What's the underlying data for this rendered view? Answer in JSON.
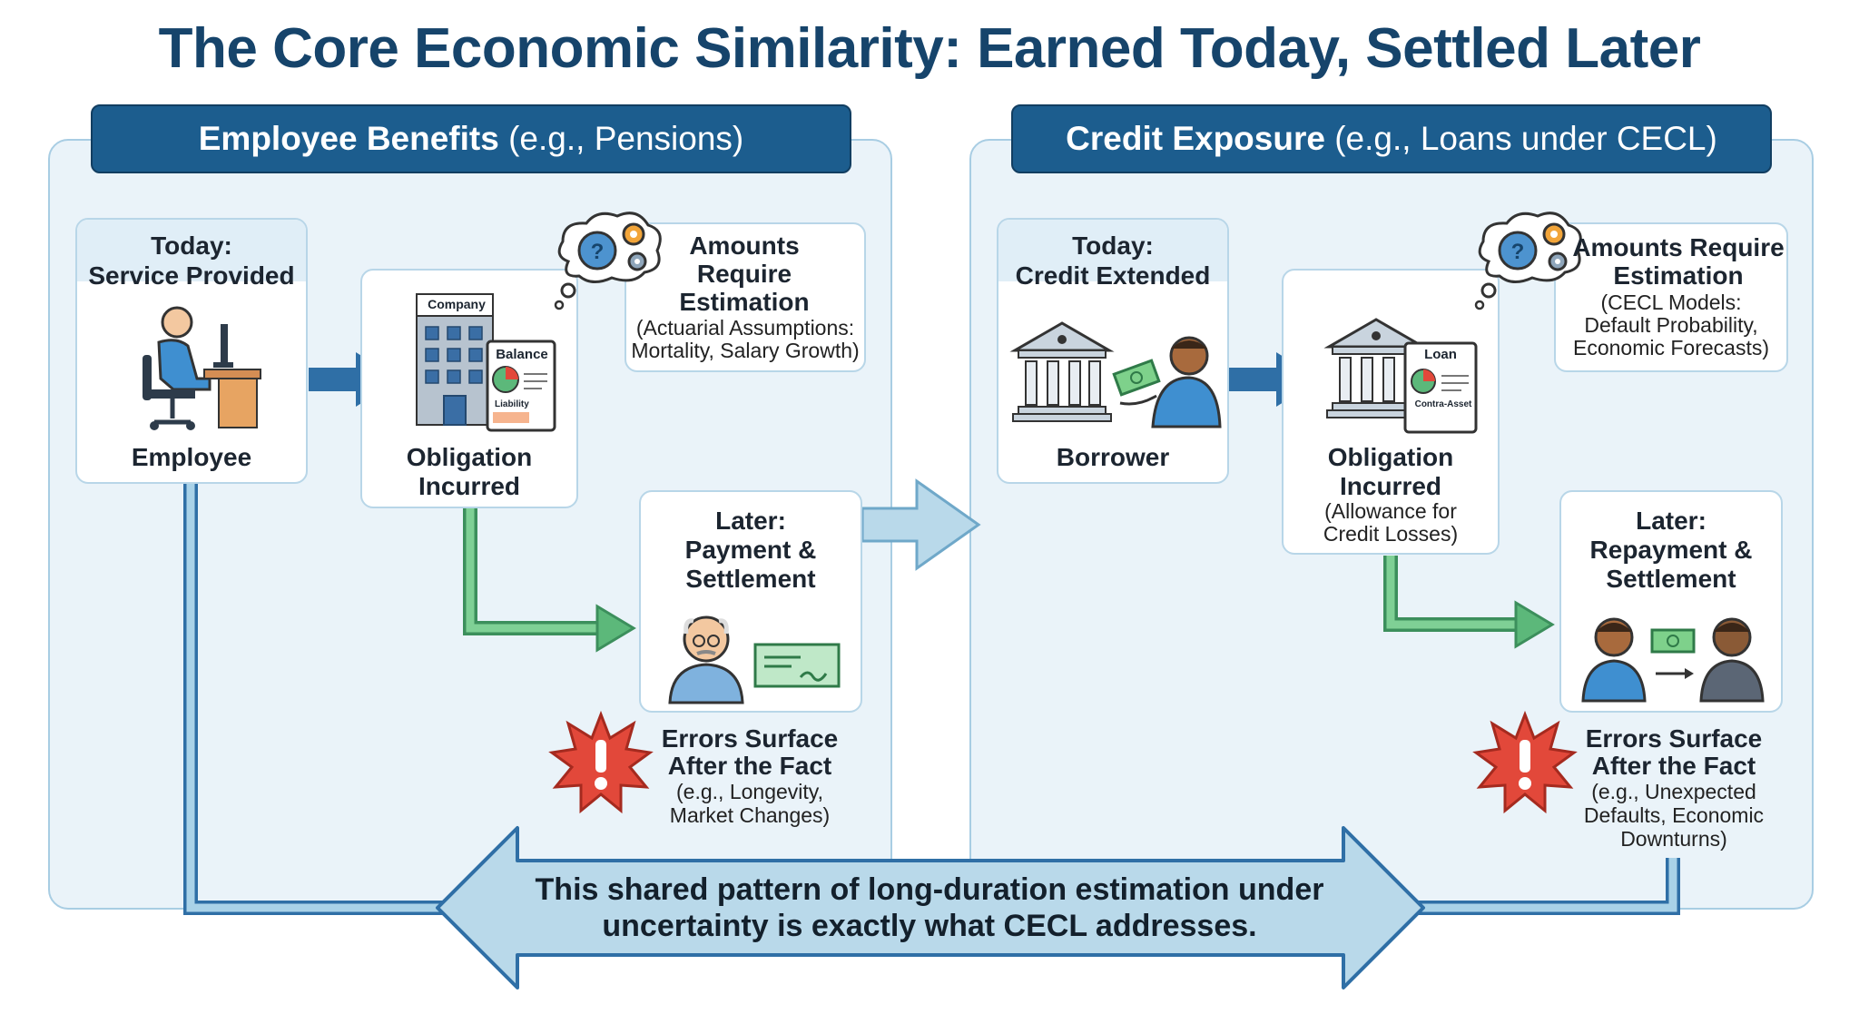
{
  "title": "The Core Economic Similarity: Earned Today, Settled Later",
  "left_panel": {
    "header_bold": "Employee Benefits",
    "header_paren": "(e.g., Pensions)",
    "today_title": "Today:",
    "today_subtitle": "Service Provided",
    "actor_label": "Employee",
    "building_label": "Company",
    "doc_title": "Balance",
    "doc_tag": "Liability",
    "obligation_line1": "Obligation",
    "obligation_line2": "Incurred",
    "estimate_line1": "Amounts",
    "estimate_line2": "Require",
    "estimate_line3": "Estimation",
    "estimate_detail1": "(Actuarial Assumptions:",
    "estimate_detail2": "Mortality, Salary Growth)",
    "later_line1": "Later:",
    "later_line2": "Payment &",
    "later_line3": "Settlement",
    "errors_line1": "Errors Surface",
    "errors_line2": "After the Fact",
    "errors_detail1": "(e.g., Longevity,",
    "errors_detail2": "Market Changes)"
  },
  "right_panel": {
    "header_bold": "Credit Exposure",
    "header_paren": "(e.g., Loans under CECL)",
    "today_title": "Today:",
    "today_subtitle": "Credit Extended",
    "actor_label": "Borrower",
    "doc_title": "Loan",
    "doc_tag": "Contra-Asset",
    "obligation_line1": "Obligation",
    "obligation_line2": "Incurred",
    "obligation_detail1": "(Allowance for",
    "obligation_detail2": "Credit Losses)",
    "estimate_line1": "Amounts Require",
    "estimate_line2": "Estimation",
    "estimate_detail1": "(CECL Models:",
    "estimate_detail2": "Default Probability,",
    "estimate_detail3": "Economic Forecasts)",
    "later_line1": "Later:",
    "later_line2": "Repayment &",
    "later_line3": "Settlement",
    "errors_line1": "Errors Surface",
    "errors_line2": "After the Fact",
    "errors_detail1": "(e.g., Unexpected",
    "errors_detail2": "Defaults, Economic",
    "errors_detail3": "Downturns)"
  },
  "banner": {
    "line1": "This shared pattern of long-duration estimation under",
    "line2": "uncertainty is exactly what CECL addresses."
  },
  "colors": {
    "title": "#16446b",
    "header_fill": "#1c5d8e",
    "panel_fill": "#eaf3f9",
    "flow_arrow_blue": "#2f6fa6",
    "flow_arrow_green": "#5cb87a",
    "banner_arrow": "#b9d9ea",
    "alert_red": "#e2483a"
  }
}
